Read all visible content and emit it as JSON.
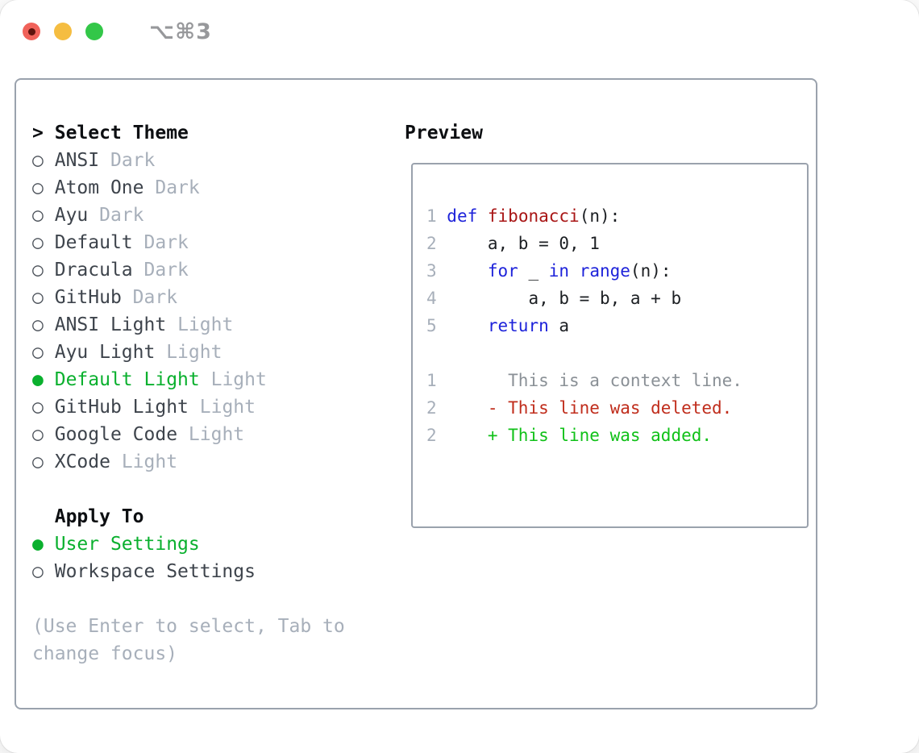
{
  "window": {
    "title": "⌥⌘3"
  },
  "icons": {
    "radio_unselected": "○",
    "radio_selected": "●",
    "prompt": ">"
  },
  "theme_list": {
    "title": "Select Theme",
    "items": [
      {
        "name": "ANSI",
        "tag": "Dark",
        "selected": false
      },
      {
        "name": "Atom One",
        "tag": "Dark",
        "selected": false
      },
      {
        "name": "Ayu",
        "tag": "Dark",
        "selected": false
      },
      {
        "name": "Default",
        "tag": "Dark",
        "selected": false
      },
      {
        "name": "Dracula",
        "tag": "Dark",
        "selected": false
      },
      {
        "name": "GitHub",
        "tag": "Dark",
        "selected": false
      },
      {
        "name": "ANSI Light",
        "tag": "Light",
        "selected": false
      },
      {
        "name": "Ayu Light",
        "tag": "Light",
        "selected": false
      },
      {
        "name": "Default Light",
        "tag": "Light",
        "selected": true
      },
      {
        "name": "GitHub Light",
        "tag": "Light",
        "selected": false
      },
      {
        "name": "Google Code",
        "tag": "Light",
        "selected": false
      },
      {
        "name": "XCode",
        "tag": "Light",
        "selected": false
      }
    ]
  },
  "apply_to": {
    "title": "Apply To",
    "options": [
      {
        "name": "User Settings",
        "selected": true
      },
      {
        "name": "Workspace Settings",
        "selected": false
      }
    ]
  },
  "help_text": "(Use Enter to select, Tab to change focus)",
  "preview": {
    "label": "Preview",
    "lines": [
      {
        "gutter": "1",
        "tokens": [
          [
            "kw",
            "def"
          ],
          [
            "pl",
            " "
          ],
          [
            "fn",
            "fibonacci"
          ],
          [
            "pl",
            "(n):"
          ]
        ]
      },
      {
        "gutter": "2",
        "tokens": [
          [
            "pl",
            "    a, b = 0, 1"
          ]
        ]
      },
      {
        "gutter": "3",
        "tokens": [
          [
            "pl",
            "    "
          ],
          [
            "kw",
            "for"
          ],
          [
            "pl",
            " _ "
          ],
          [
            "kw",
            "in"
          ],
          [
            "pl",
            " "
          ],
          [
            "kw",
            "range"
          ],
          [
            "pl",
            "(n):"
          ]
        ]
      },
      {
        "gutter": "4",
        "tokens": [
          [
            "pl",
            "        a, b = b, a + b"
          ]
        ]
      },
      {
        "gutter": "5",
        "tokens": [
          [
            "pl",
            "    "
          ],
          [
            "kw",
            "return"
          ],
          [
            "pl",
            " a"
          ]
        ]
      },
      {
        "gutter": "",
        "tokens": []
      },
      {
        "gutter": "1",
        "tokens": [
          [
            "ctx",
            "      This is a context line."
          ]
        ]
      },
      {
        "gutter": "2",
        "tokens": [
          [
            "del",
            "    - This line was deleted."
          ]
        ]
      },
      {
        "gutter": "2",
        "tokens": [
          [
            "add",
            "    + This line was added."
          ]
        ]
      }
    ]
  },
  "colors": {
    "accent_green": "#0ab02e",
    "keyword_blue": "#1e23da",
    "function_red": "#a81515",
    "deleted_red": "#c02d1c",
    "added_green": "#10c118",
    "muted_gray": "#a7afba",
    "panel_border": "#9aa2ad"
  }
}
